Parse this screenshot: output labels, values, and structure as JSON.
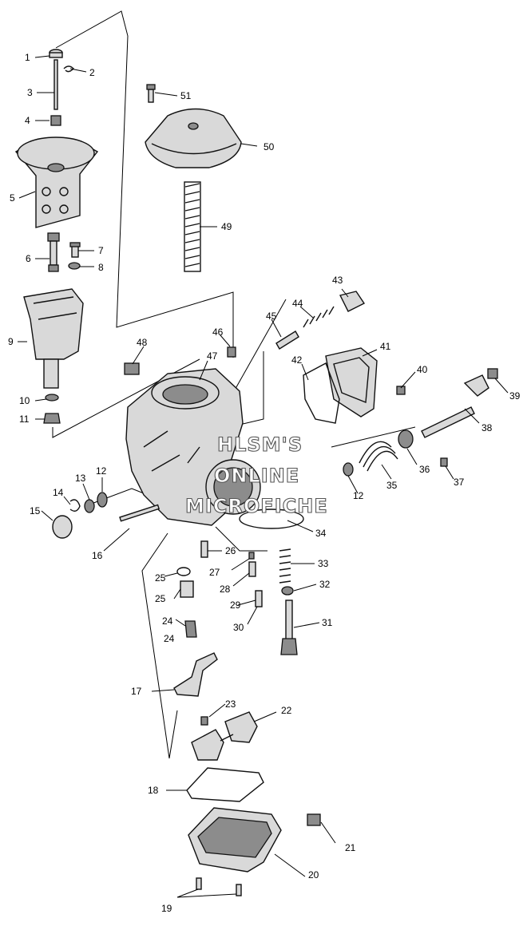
{
  "diagram": {
    "watermark": [
      "HLSM'S",
      "ONLINE",
      "MICROFICHE"
    ],
    "callouts": {
      "c1": "1",
      "c2": "2",
      "c3": "3",
      "c4": "4",
      "c5": "5",
      "c6": "6",
      "c7": "7",
      "c8": "8",
      "c9": "9",
      "c10": "10",
      "c11": "11",
      "c12a": "12",
      "c12b": "12",
      "c13": "13",
      "c14": "14",
      "c15": "15",
      "c16": "16",
      "c17": "17",
      "c18": "18",
      "c19": "19",
      "c20": "20",
      "c21": "21",
      "c22": "22",
      "c23": "23",
      "c24a": "24",
      "c24b": "24",
      "c25a": "25",
      "c25b": "25",
      "c26": "26",
      "c27": "27",
      "c28": "28",
      "c29": "29",
      "c30": "30",
      "c31": "31",
      "c32": "32",
      "c33": "33",
      "c34": "34",
      "c35": "35",
      "c36": "36",
      "c37": "37",
      "c38": "38",
      "c39": "39",
      "c40": "40",
      "c41": "41",
      "c42": "42",
      "c43": "43",
      "c44": "44",
      "c45": "45",
      "c46": "46",
      "c47": "47",
      "c48": "48",
      "c49": "49",
      "c50": "50",
      "c51": "51"
    }
  }
}
